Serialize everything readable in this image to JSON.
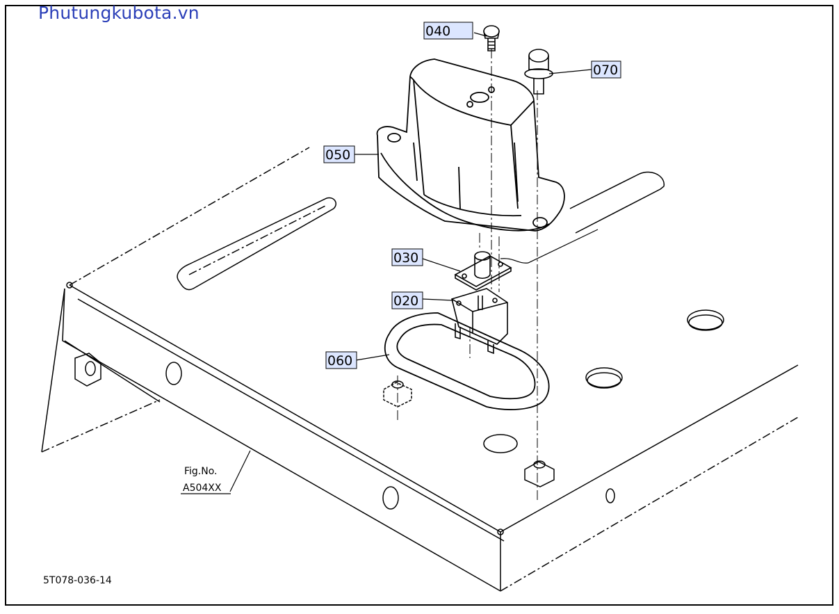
{
  "watermark": "Phutungkubota.vn",
  "callouts": {
    "p040": "040",
    "p070": "070",
    "p050": "050",
    "p030": "030",
    "p020": "020",
    "p060": "060"
  },
  "fig_ref": {
    "line1": "Fig.No.",
    "line2": "A504XX"
  },
  "drawing_number": "5T078-036-14",
  "colors": {
    "line": "#000000",
    "label_box": "#dce6ff",
    "watermark": "#2b3fb8"
  }
}
